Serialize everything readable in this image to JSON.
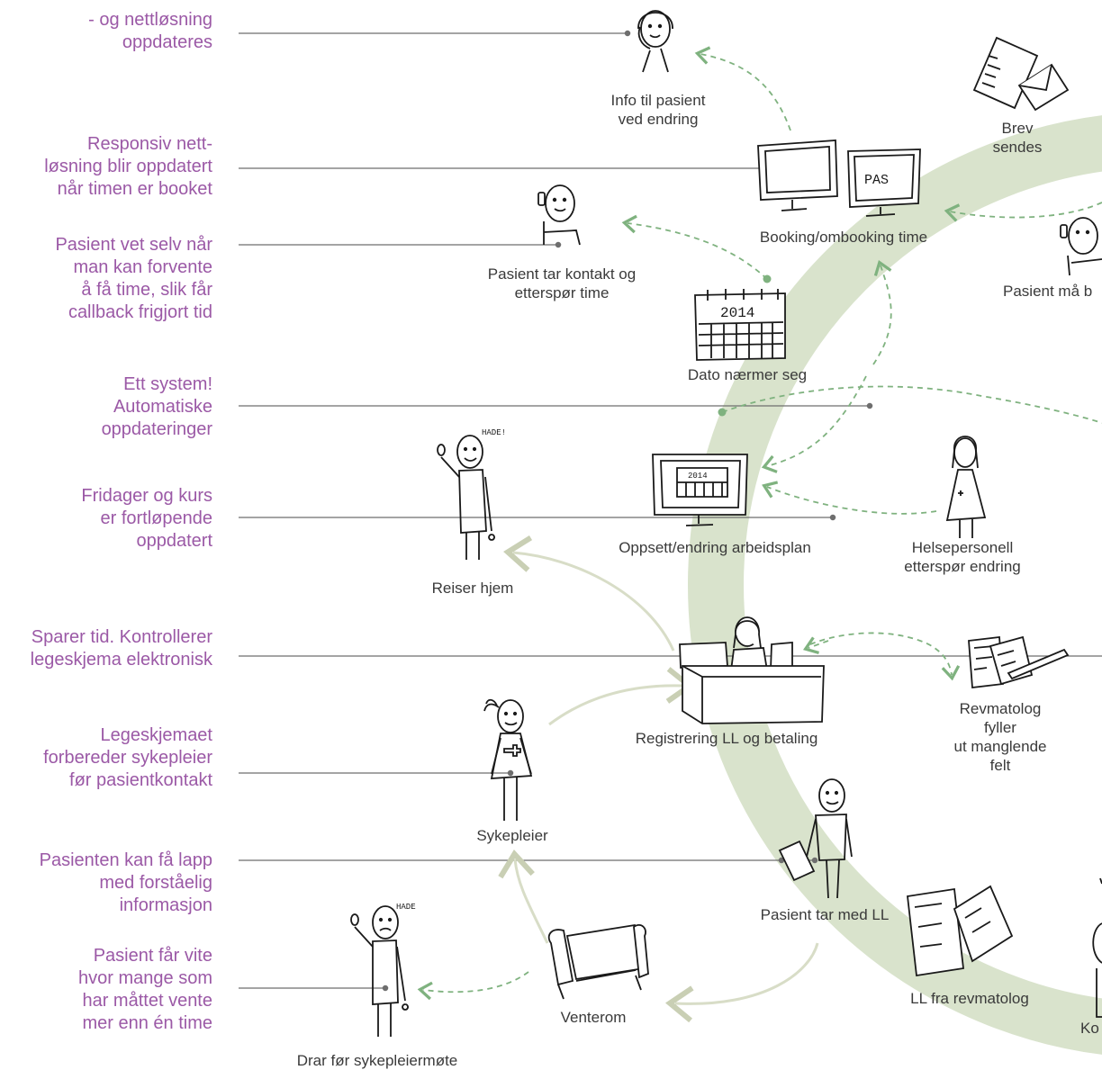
{
  "colors": {
    "note_text": "#9b59a6",
    "label_text": "#3a3a3a",
    "ring": "#d9e3cc",
    "green_dash": "#7fb27f",
    "beige_arrow": "#d8ddc7",
    "connector": "#6e6e6e"
  },
  "notes": [
    {
      "id": "note-nettlosning",
      "text": "- og nettløsning\noppdateres"
    },
    {
      "id": "note-responsiv",
      "text": "Responsiv nett-\nløsning blir oppdatert\nnår timen er booket"
    },
    {
      "id": "note-forvente",
      "text": "Pasient vet selv når\nman kan forvente\nå få time, slik får\ncallback frigjort tid"
    },
    {
      "id": "note-ett-system",
      "text": "Ett system!\nAutomatiske\noppdateringer"
    },
    {
      "id": "note-fridager",
      "text": "Fridager og kurs\ner fortløpende\noppdatert"
    },
    {
      "id": "note-sparer-tid",
      "text": "Sparer tid. Kontrollerer\nlegeskjema elektronisk"
    },
    {
      "id": "note-legeskjema",
      "text": "Legeskjemaet\nforbereder sykepleier\nfør pasientkontakt"
    },
    {
      "id": "note-lapp",
      "text": "Pasienten kan få lapp\nmed forståelig\ninformasjon"
    },
    {
      "id": "note-vente",
      "text": "Pasient får vite\nhvor mange som\nhar måttet vente\nmer enn én time"
    }
  ],
  "steps": [
    {
      "id": "step-info-pasient",
      "text": "Info til pasient\nved endring"
    },
    {
      "id": "step-brev",
      "text": "Brev sendes"
    },
    {
      "id": "step-booking",
      "text": "Booking/ombooking time"
    },
    {
      "id": "step-pasient-kontakt",
      "text": "Pasient tar kontakt og\netterspør time"
    },
    {
      "id": "step-pasient-ma",
      "text": "Pasient må b"
    },
    {
      "id": "step-dato",
      "text": "Dato nærmer seg"
    },
    {
      "id": "step-reiser-hjem",
      "text": "Reiser hjem"
    },
    {
      "id": "step-oppsett",
      "text": "Oppsett/endring arbeidsplan"
    },
    {
      "id": "step-helsepersonell",
      "text": "Helsepersonell\netterspør endring"
    },
    {
      "id": "step-registrering",
      "text": "Registrering LL og betaling"
    },
    {
      "id": "step-revmatolog-fyller",
      "text": "Revmatolog fyller\nut manglende felt"
    },
    {
      "id": "step-sykepleier",
      "text": "Sykepleier"
    },
    {
      "id": "step-pasient-ll",
      "text": "Pasient tar med LL"
    },
    {
      "id": "step-ll-revmatolog",
      "text": "LL fra revmatolog"
    },
    {
      "id": "step-venterom",
      "text": "Venterom"
    },
    {
      "id": "step-ko",
      "text": "Ko"
    },
    {
      "id": "step-drar",
      "text": "Drar før sykepleiermøte"
    }
  ],
  "drawing_text": {
    "pas": "PAS",
    "calendar_year": "2014",
    "screen_year": "2014",
    "hade_1": "HADE!",
    "hade_2": "HADE"
  }
}
